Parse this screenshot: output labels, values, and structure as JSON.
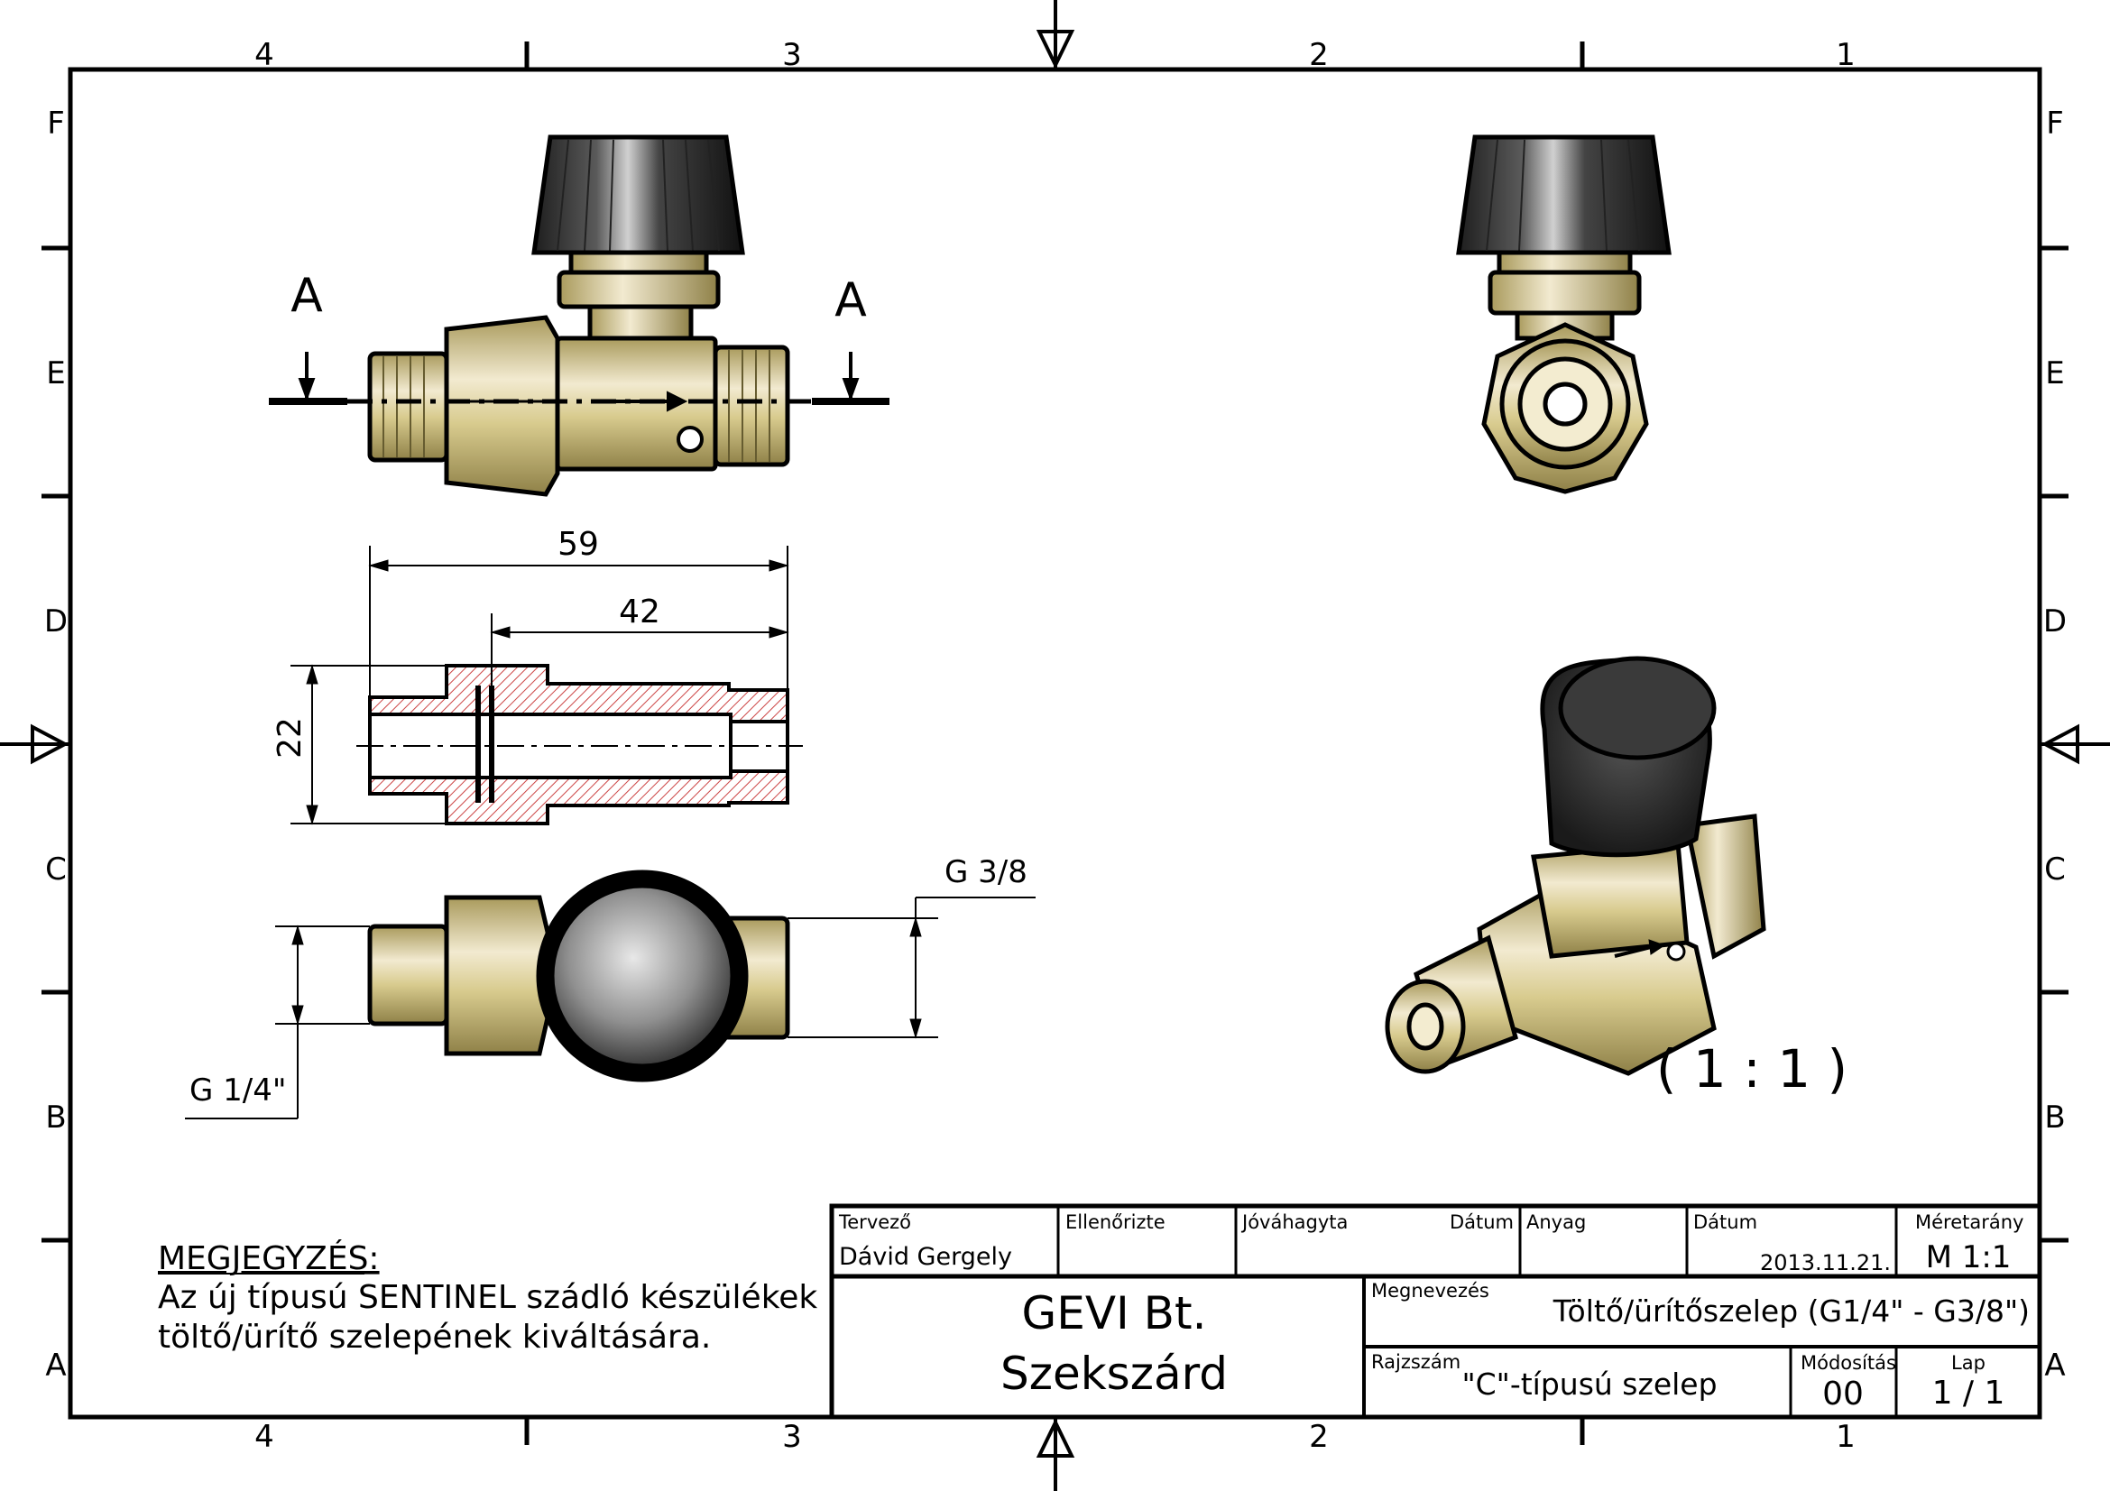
{
  "frame": {
    "col_labels": [
      "4",
      "3",
      "2",
      "1"
    ],
    "row_labels": [
      "F",
      "E",
      "D",
      "C",
      "B",
      "A"
    ]
  },
  "section": {
    "label": "A"
  },
  "dimensions": {
    "overall_length": "59",
    "body_length": "42",
    "height": "22",
    "thread_in": "G 1/4\"",
    "thread_out": "G 3/8"
  },
  "scale_note": "( 1 : 1 )",
  "note": {
    "title": "MEGJEGYZÉS:",
    "line1": "Az új típusú SENTINEL szádló készülékek",
    "line2": "töltő/ürítő szelepének kiváltására."
  },
  "title_block": {
    "designer_label": "Tervező",
    "designer": "Dávid Gergely",
    "checked_label": "Ellenőrizte",
    "approved_label": "Jóváhagyta",
    "date_label_1": "Dátum",
    "material_label": "Anyag",
    "date_label_2": "Dátum",
    "date": "2013.11.21.",
    "scale_label": "Méretarány",
    "scale": "M 1:1",
    "company_line1": "GEVI Bt.",
    "company_line2": "Szekszárd",
    "name_label": "Megnevezés",
    "name": "Töltő/ürítőszelep (G1/4\" - G3/8\")",
    "drawing_no_label": "Rajzszám",
    "drawing_no": "\"C\"-típusú szelep",
    "revision_label": "Módosítás",
    "revision": "00",
    "sheet_label": "Lap",
    "sheet": "1  /  1"
  },
  "colors": {
    "brass": "#e6d9a0",
    "brass_dark": "#b8a86a",
    "knob": "#2a2a2a",
    "knob_highlight": "#8a8a8a",
    "hatch": "#cc4444"
  }
}
